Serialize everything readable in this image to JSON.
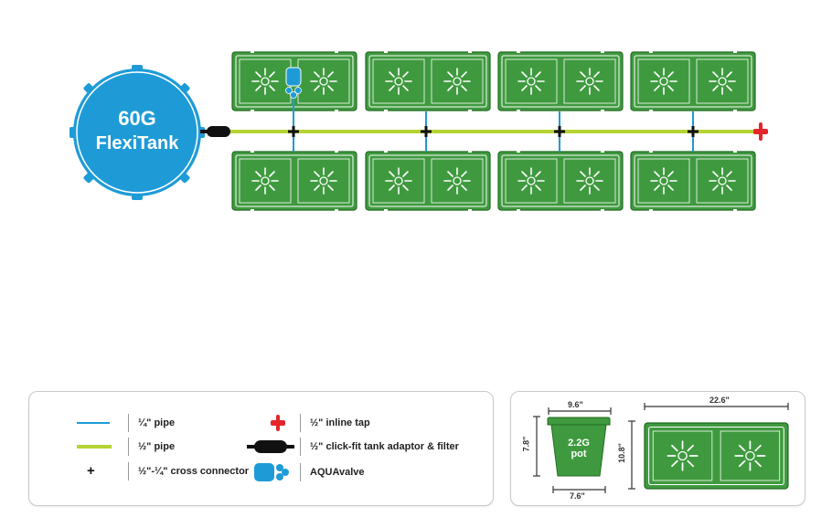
{
  "tank": {
    "line1": "60G",
    "line2": "FlexiTank"
  },
  "legend": {
    "quarter_pipe": "¼\" pipe",
    "half_pipe": "½\" pipe",
    "cross_connector": "½\"-¼\" cross connector",
    "inline_tap": "½\" inline tap",
    "tank_adaptor": "½\" click-fit tank adaptor & filter",
    "aquavalve": "AQUAvalve"
  },
  "sizes": {
    "pot_label_1": "2.2G",
    "pot_label_2": "pot",
    "pot_top_width": "9.6\"",
    "pot_bottom_width": "7.6\"",
    "pot_height": "7.8\"",
    "tray_width": "22.6\"",
    "tray_height": "10.8\""
  },
  "colors": {
    "tank_blue": "#1e9bd7",
    "tray_green": "#3f9a3f",
    "tray_dark_green": "#236b23",
    "half_pipe": "#b5d334",
    "quarter_pipe": "#1e9bd7",
    "tap_red": "#e3262c"
  },
  "icons": [
    "cross-connector-icon",
    "inline-tap-icon",
    "tank-adaptor-icon",
    "aquavalve-icon"
  ]
}
